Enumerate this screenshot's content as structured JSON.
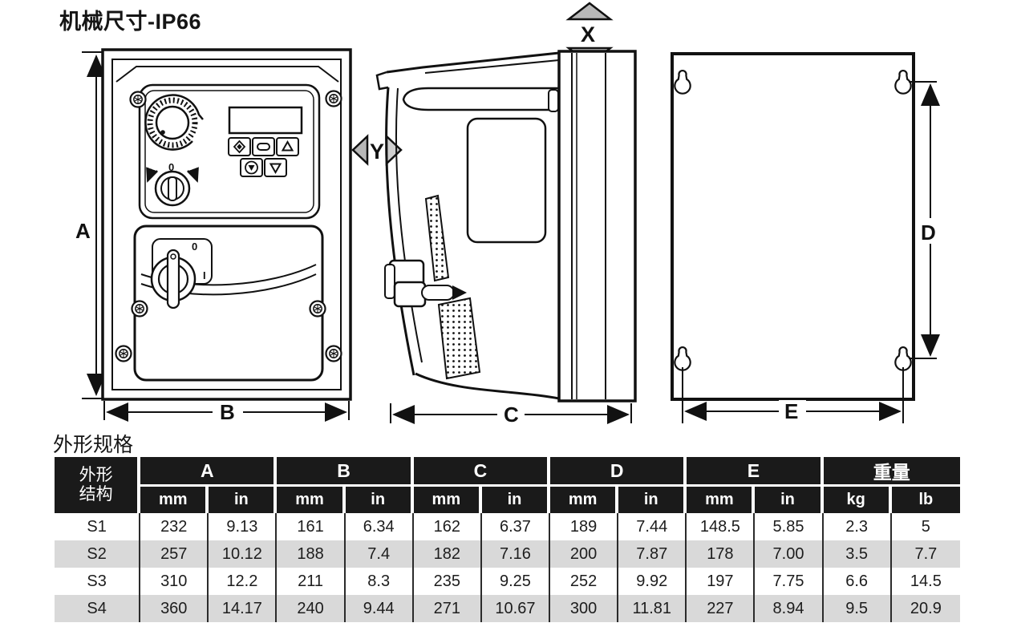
{
  "page": {
    "title": "机械尺寸-IP66",
    "table_title": "外形规格"
  },
  "dimensions": {
    "a": "A",
    "b": "B",
    "c": "C",
    "d": "D",
    "e": "E",
    "x": "X",
    "y": "Y"
  },
  "front_panel": {
    "rotary_zero": "0",
    "disconnect_zero": "0",
    "disconnect_one": "I"
  },
  "colors": {
    "header_bg": "#1a1a1a",
    "header_text": "#ffffff",
    "row_alt_bg": "#d9d9d9",
    "line": "#111111",
    "marker_fill": "#b8b8b8"
  },
  "table": {
    "frame_header_line1": "外形",
    "frame_header_line2": "结构",
    "groups": [
      {
        "label": "A",
        "units": [
          "mm",
          "in"
        ]
      },
      {
        "label": "B",
        "units": [
          "mm",
          "in"
        ]
      },
      {
        "label": "C",
        "units": [
          "mm",
          "in"
        ]
      },
      {
        "label": "D",
        "units": [
          "mm",
          "in"
        ]
      },
      {
        "label": "E",
        "units": [
          "mm",
          "in"
        ]
      },
      {
        "label": "重量",
        "units": [
          "kg",
          "lb"
        ]
      }
    ],
    "rows": [
      {
        "name": "S1",
        "values": [
          "232",
          "9.13",
          "161",
          "6.34",
          "162",
          "6.37",
          "189",
          "7.44",
          "148.5",
          "5.85",
          "2.3",
          "5"
        ]
      },
      {
        "name": "S2",
        "values": [
          "257",
          "10.12",
          "188",
          "7.4",
          "182",
          "7.16",
          "200",
          "7.87",
          "178",
          "7.00",
          "3.5",
          "7.7"
        ]
      },
      {
        "name": "S3",
        "values": [
          "310",
          "12.2",
          "211",
          "8.3",
          "235",
          "9.25",
          "252",
          "9.92",
          "197",
          "7.75",
          "6.6",
          "14.5"
        ]
      },
      {
        "name": "S4",
        "values": [
          "360",
          "14.17",
          "240",
          "9.44",
          "271",
          "10.67",
          "300",
          "11.81",
          "227",
          "8.94",
          "9.5",
          "20.9"
        ]
      }
    ]
  }
}
